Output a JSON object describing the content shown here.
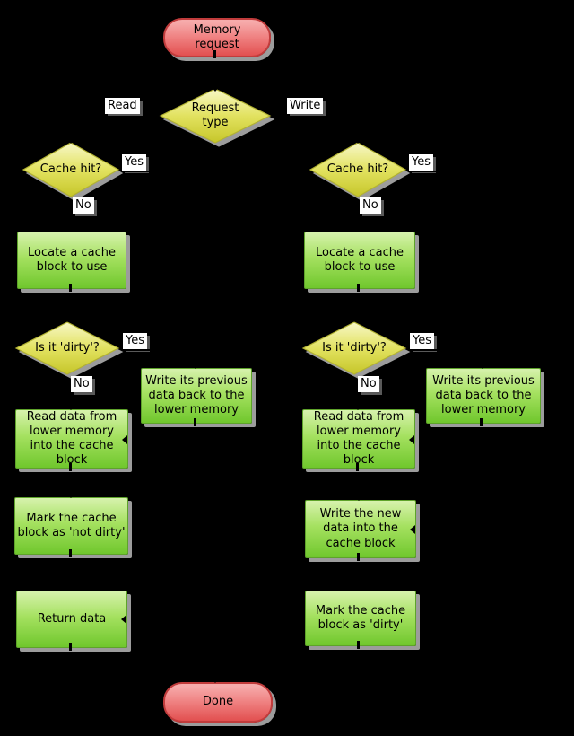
{
  "colors": {
    "background": "#000000",
    "terminal_fill": "#ef8080",
    "terminal_border": "#c13c3c",
    "decision_fill": "#e2e260",
    "decision_border": "#b2b232",
    "process_fill": "#a5e160",
    "process_border": "#5ea32a",
    "shape_shadow": "#9c9c9c",
    "edge_label_background": "#ffffff",
    "text": "#000000"
  },
  "edge_labels": {
    "read": "Read",
    "write": "Write",
    "yes": "Yes",
    "no": "No"
  },
  "nodes": {
    "memory_request": "Memory request",
    "request_type": "Request type",
    "cache_hit": "Cache hit?",
    "locate_block": "Locate a cache block to use",
    "is_dirty": "Is it 'dirty'?",
    "write_previous": "Write its previous data back to the lower memory",
    "read_data": "Read data from lower memory into the cache block",
    "mark_not_dirty": "Mark the cache block as 'not dirty'",
    "return_data": "Return data",
    "write_new_data": "Write the new data into the cache block",
    "mark_dirty": "Mark the cache block as 'dirty'",
    "done": "Done"
  }
}
